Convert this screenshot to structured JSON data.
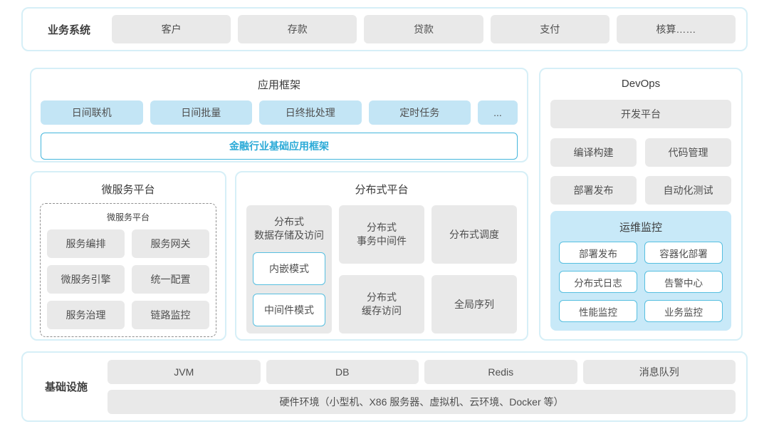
{
  "colors": {
    "accent_blue_text": "#2baad7",
    "accent_blue_border": "#45b6dc",
    "panel_border": "#d6eff7",
    "blue_chip_bg": "#c3e5f5",
    "gray_chip_bg": "#e9e9e9",
    "ops_panel_bg": "#c8e9f8",
    "white_chip_border": "#57bfe0"
  },
  "business_systems": {
    "label": "业务系统",
    "items": [
      "客户",
      "存款",
      "贷款",
      "支付",
      "核算……"
    ]
  },
  "app_framework": {
    "title": "应用框架",
    "items": [
      "日间联机",
      "日间批量",
      "日终批处理",
      "定时任务",
      "..."
    ],
    "base_bar": "金融行业基础应用框架"
  },
  "microservice_platform": {
    "title": "微服务平台",
    "inner_title": "微服务平台",
    "items": [
      "服务编排",
      "服务网关",
      "微服务引擎",
      "统一配置",
      "服务治理",
      "链路监控"
    ]
  },
  "distributed_platform": {
    "title": "分布式平台",
    "storage": {
      "label": "分布式\n数据存储及访问",
      "modes": [
        "内嵌模式",
        "中间件模式"
      ]
    },
    "cells": [
      "分布式\n事务中间件",
      "分布式调度",
      "分布式\n缓存访问",
      "全局序列"
    ]
  },
  "devops": {
    "title": "DevOps",
    "dev_platform": "开发平台",
    "items": [
      "编译构建",
      "代码管理",
      "部署发布",
      "自动化测试"
    ],
    "ops_monitoring": {
      "title": "运维监控",
      "items": [
        "部署发布",
        "容器化部署",
        "分布式日志",
        "告警中心",
        "性能监控",
        "业务监控"
      ]
    }
  },
  "infrastructure": {
    "label": "基础设施",
    "items": [
      "JVM",
      "DB",
      "Redis",
      "消息队列"
    ],
    "hardware": "硬件环境（小型机、X86 服务器、虚拟机、云环境、Docker 等）"
  }
}
